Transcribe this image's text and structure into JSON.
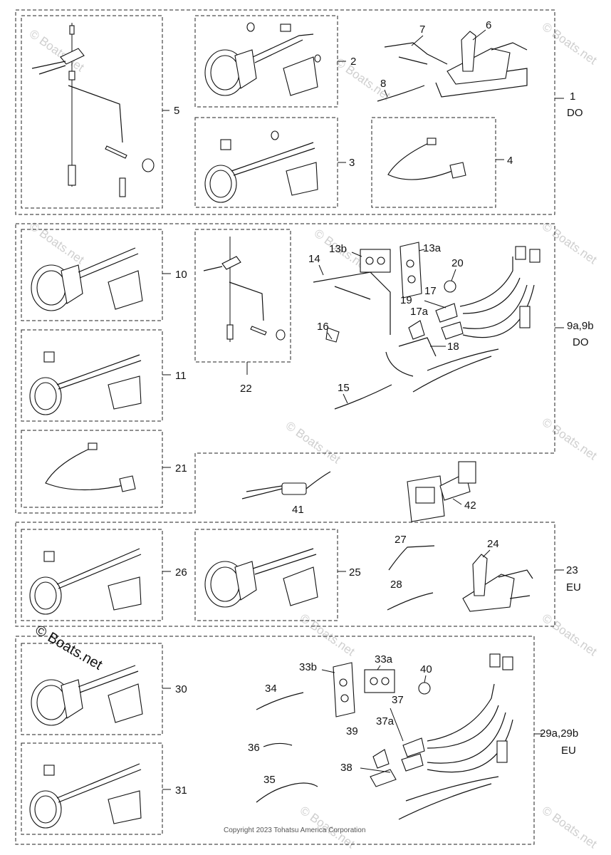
{
  "watermark": "© Boats.net",
  "copyright": "Copyright 2023 Tohatsu America Corporation",
  "parts": {
    "p1": "1",
    "p2": "2",
    "p3": "3",
    "p4": "4",
    "p5": "5",
    "p6": "6",
    "p7": "7",
    "p8": "8",
    "p10": "10",
    "p11": "11",
    "p13a": "13a",
    "p13b": "13b",
    "p14": "14",
    "p15": "15",
    "p16": "16",
    "p17": "17",
    "p17a": "17a",
    "p18": "18",
    "p19": "19",
    "p20": "20",
    "p21": "21",
    "p22": "22",
    "p24": "24",
    "p25": "25",
    "p26": "26",
    "p27": "27",
    "p28": "28",
    "p30": "30",
    "p31": "31",
    "p33a": "33a",
    "p33b": "33b",
    "p34": "34",
    "p35": "35",
    "p36": "36",
    "p37": "37",
    "p37a": "37a",
    "p38": "38",
    "p39": "39",
    "p40": "40",
    "p41": "41",
    "p42": "42"
  },
  "groups": {
    "g1_num": "1",
    "g1_region": "DO",
    "g9_num": "9a,9b",
    "g9_region": "DO",
    "g23_num": "23",
    "g23_region": "EU",
    "g29_num": "29a,29b",
    "g29_region": "EU"
  }
}
